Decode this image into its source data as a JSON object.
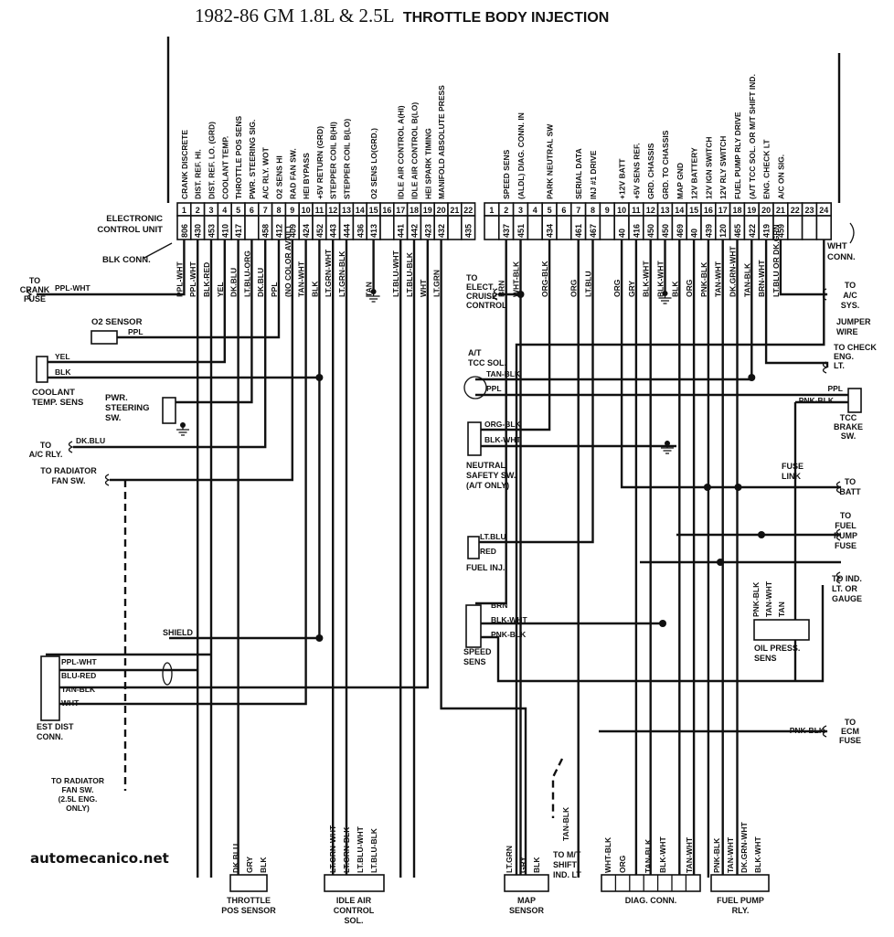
{
  "title": {
    "main": "1982-86 GM 1.8L & 2.5L",
    "bold": "THROTTLE BODY INJECTION"
  },
  "watermark": "automecanico.net",
  "ecu": {
    "label_line1": "ELECTRONIC",
    "label_line2": "CONTROL UNIT",
    "blk_conn_label": "BLK CONN.",
    "wht_conn_label_line1": "WHT",
    "wht_conn_label_line2": "CONN.",
    "blk_connector": [
      {
        "pin": "1",
        "circuit": "806",
        "function": "CRANK DISCRETE",
        "wire": "PPL-WHT"
      },
      {
        "pin": "2",
        "circuit": "430",
        "function": "DIST. REF. HI.",
        "wire": "PPL-WHT"
      },
      {
        "pin": "3",
        "circuit": "453",
        "function": "DIST. REF. LO. (GRD)",
        "wire": "BLK-RED"
      },
      {
        "pin": "4",
        "circuit": "410",
        "function": "COOLANT TEMP.",
        "wire": "YEL"
      },
      {
        "pin": "5",
        "circuit": "417",
        "function": "THROTTLE POS SENS",
        "wire": "DK.BLU"
      },
      {
        "pin": "6",
        "circuit": "",
        "function": "PWR. STEERING SIG.",
        "wire": "LT.BLU-ORG"
      },
      {
        "pin": "7",
        "circuit": "458",
        "function": "A/C RLY. WOT",
        "wire": "DK.BLU"
      },
      {
        "pin": "8",
        "circuit": "412",
        "function": "O2 SENS HI",
        "wire": "PPL"
      },
      {
        "pin": "9",
        "circuit": "409",
        "function": "RAD FAN SW.",
        "wire": "(NO COLOR AVAIL)"
      },
      {
        "pin": "10",
        "circuit": "424",
        "function": "HEI BYPASS",
        "wire": "TAN-WHT"
      },
      {
        "pin": "11",
        "circuit": "452",
        "function": "+5V RETURN (GRD)",
        "wire": "BLK"
      },
      {
        "pin": "12",
        "circuit": "443",
        "function": "STEPPER COIL B(HI)",
        "wire": "LT.GRN-WHT"
      },
      {
        "pin": "13",
        "circuit": "444",
        "function": "STEPPER COIL B(LO)",
        "wire": "LT.GRN-BLK"
      },
      {
        "pin": "14",
        "circuit": "436",
        "function": "",
        "wire": ""
      },
      {
        "pin": "15",
        "circuit": "413",
        "function": "O2 SENS LO(GRD.)",
        "wire": "TAN"
      },
      {
        "pin": "16",
        "circuit": "",
        "function": "",
        "wire": ""
      },
      {
        "pin": "17",
        "circuit": "441",
        "function": "IDLE AIR CONTROL A(HI)",
        "wire": "LT.BLU-WHT"
      },
      {
        "pin": "18",
        "circuit": "442",
        "function": "IDLE AIR CONTROL B(LO)",
        "wire": "LT.BLU-BLK"
      },
      {
        "pin": "19",
        "circuit": "423",
        "function": "HEI SPARK TIMING",
        "wire": "WHT"
      },
      {
        "pin": "20",
        "circuit": "432",
        "function": "MANIFOLD ABSOLUTE PRESS",
        "wire": "LT.GRN"
      },
      {
        "pin": "21",
        "circuit": "",
        "function": "",
        "wire": ""
      },
      {
        "pin": "22",
        "circuit": "435",
        "function": "",
        "wire": ""
      }
    ],
    "wht_connector": [
      {
        "pin": "1",
        "circuit": "",
        "function": "",
        "wire": ""
      },
      {
        "pin": "2",
        "circuit": "437",
        "function": "SPEED SENS",
        "wire": "BRN"
      },
      {
        "pin": "3",
        "circuit": "451",
        "function": "(ALDL) DIAG. CONN. IN",
        "wire": "WHT-BLK"
      },
      {
        "pin": "4",
        "circuit": "",
        "function": "",
        "wire": ""
      },
      {
        "pin": "5",
        "circuit": "434",
        "function": "PARK NEUTRAL SW",
        "wire": "ORG-BLK"
      },
      {
        "pin": "6",
        "circuit": "",
        "function": "",
        "wire": ""
      },
      {
        "pin": "7",
        "circuit": "461",
        "function": "SERIAL DATA",
        "wire": "ORG"
      },
      {
        "pin": "8",
        "circuit": "467",
        "function": "INJ #1 DRIVE",
        "wire": "LT.BLU"
      },
      {
        "pin": "9",
        "circuit": "",
        "function": "",
        "wire": ""
      },
      {
        "pin": "10",
        "circuit": "40",
        "function": "+12V BATT",
        "wire": "ORG"
      },
      {
        "pin": "11",
        "circuit": "416",
        "function": "+5V SENS REF.",
        "wire": "GRY"
      },
      {
        "pin": "12",
        "circuit": "450",
        "function": "GRD. CHASSIS",
        "wire": "BLK-WHT"
      },
      {
        "pin": "13",
        "circuit": "450",
        "function": "GRD. TO CHASSIS",
        "wire": "BLK-WHT"
      },
      {
        "pin": "14",
        "circuit": "469",
        "function": "MAP GND",
        "wire": "BLK"
      },
      {
        "pin": "15",
        "circuit": "40",
        "function": "12V BATTERY",
        "wire": "ORG"
      },
      {
        "pin": "16",
        "circuit": "439",
        "function": "12V IGN SWITCH",
        "wire": "PNK-BLK"
      },
      {
        "pin": "17",
        "circuit": "120",
        "function": "12V RLY SWITCH",
        "wire": "TAN-WHT"
      },
      {
        "pin": "18",
        "circuit": "465",
        "function": "FUEL PUMP RLY DRIVE",
        "wire": "DK.GRN-WHT"
      },
      {
        "pin": "19",
        "circuit": "422",
        "function": "(A/T TCC SOL. OR M/T SHIFT IND.",
        "wire": "TAN-BLK"
      },
      {
        "pin": "20",
        "circuit": "419",
        "function": "ENG. CHECK LT",
        "wire": "BRN-WHT"
      },
      {
        "pin": "21",
        "circuit": "459",
        "function": "A/C ON SIG.",
        "wire": "LT.BLU OR DK.GRN"
      },
      {
        "pin": "22",
        "circuit": "",
        "function": "",
        "wire": ""
      },
      {
        "pin": "23",
        "circuit": "",
        "function": "",
        "wire": ""
      },
      {
        "pin": "24",
        "circuit": "",
        "function": "",
        "wire": ""
      }
    ]
  },
  "left_components": {
    "crank_fuse": {
      "label": [
        "TO",
        "CRANK",
        "FUSE"
      ],
      "wire": "PPL-WHT"
    },
    "o2_sensor": {
      "label": "O2 SENSOR",
      "wire": "PPL"
    },
    "coolant_temp": {
      "label": [
        "COOLANT",
        "TEMP. SENS"
      ],
      "wires": [
        "YEL",
        "BLK"
      ]
    },
    "pwr_steering": {
      "label": [
        "PWR.",
        "STEERING",
        "SW."
      ]
    },
    "ac_relay": {
      "label": [
        "TO",
        "A/C RLY."
      ],
      "wire": "DK.BLU"
    },
    "radiator_fan": {
      "label": [
        "TO RADIATOR",
        "FAN SW."
      ]
    },
    "shield": "SHIELD",
    "est_dist": {
      "label": [
        "EST DIST",
        "CONN."
      ],
      "wires": [
        "PPL-WHT",
        "BLU-RED",
        "TAN-BLK",
        "WHT"
      ]
    },
    "radiator_fan_25": {
      "label": [
        "TO RADIATOR",
        "FAN SW.",
        "(2.5L ENG.",
        "ONLY)"
      ]
    }
  },
  "center_components": {
    "cruise": {
      "label": [
        "TO",
        "ELECT.",
        "CRUISE",
        "CONTROL"
      ]
    },
    "tcc_sol": {
      "label": [
        "A/T",
        "TCC SOL."
      ],
      "wires": [
        "TAN-BLK",
        "PPL"
      ]
    },
    "neutral_safety": {
      "label": [
        "NEUTRAL",
        "SAFETY SW.",
        "(A/T ONLY)"
      ],
      "wires": [
        "ORG-BLK",
        "BLK-WHT"
      ]
    },
    "fuel_inj": {
      "label": "FUEL INJ.",
      "wires": [
        "LT.BLU",
        "RED"
      ]
    },
    "speed_sens": {
      "label": [
        "SPEED",
        "SENS"
      ],
      "wires": [
        "BRN",
        "BLK-WHT",
        "PNK-BLK"
      ]
    }
  },
  "right_components": {
    "ac_sys": {
      "label": [
        "TO",
        "A/C",
        "SYS."
      ]
    },
    "jumper": {
      "label": [
        "JUMPER",
        "WIRE"
      ]
    },
    "check_eng": {
      "label": [
        "TO CHECK",
        "ENG.",
        "LT."
      ]
    },
    "tcc_brake": {
      "label": [
        "TCC",
        "BRAKE",
        "SW."
      ],
      "wires": [
        "PPL",
        "PNK-BLK"
      ]
    },
    "fuse_link": {
      "label": [
        "FUSE",
        "LINK"
      ]
    },
    "batt": {
      "label": [
        "TO",
        "BATT"
      ]
    },
    "fuel_pump_fuse": {
      "label": [
        "TO",
        "FUEL",
        "PUMP",
        "FUSE"
      ]
    },
    "ind_lt": {
      "label": [
        "TO IND.",
        "LT. OR",
        "GAUGE"
      ]
    },
    "oil_press": {
      "label": [
        "OIL PRESS.",
        "SENS"
      ],
      "wires": [
        "PNK-BLK",
        "TAN-WHT",
        "TAN"
      ]
    },
    "ecm_fuse": {
      "label": [
        "TO",
        "ECM",
        "FUSE"
      ],
      "wire": "PNK-BLK"
    }
  },
  "bottom_components": {
    "tps": {
      "label": [
        "THROTTLE",
        "POS SENSOR"
      ],
      "wires": [
        "DK.BLU",
        "GRY",
        "BLK"
      ]
    },
    "iac": {
      "label": [
        "IDLE AIR",
        "CONTROL",
        "SOL."
      ],
      "wires": [
        "LT.GRN-WHT",
        "LT.GRN-BLK",
        "LT.BLU-WHT",
        "LT.BLU-BLK"
      ]
    },
    "map": {
      "label": [
        "MAP",
        "SENSOR"
      ],
      "wires": [
        "LT.GRN",
        "GRY",
        "BLK"
      ]
    },
    "mt_shift": {
      "label": [
        "TO M/T",
        "SHIFT",
        "IND. LT"
      ],
      "wire": "TAN-BLK"
    },
    "diag": {
      "label": "DIAG. CONN.",
      "wires": [
        "WHT-BLK",
        "ORG",
        "TAN-BLK",
        "BLK-WHT",
        "TAN-WHT"
      ]
    },
    "fuel_pump_rly": {
      "label": [
        "FUEL PUMP",
        "RLY."
      ],
      "wires": [
        "PNK-BLK",
        "TAN-WHT",
        "DK.GRN-WHT",
        "BLK-WHT"
      ]
    }
  }
}
